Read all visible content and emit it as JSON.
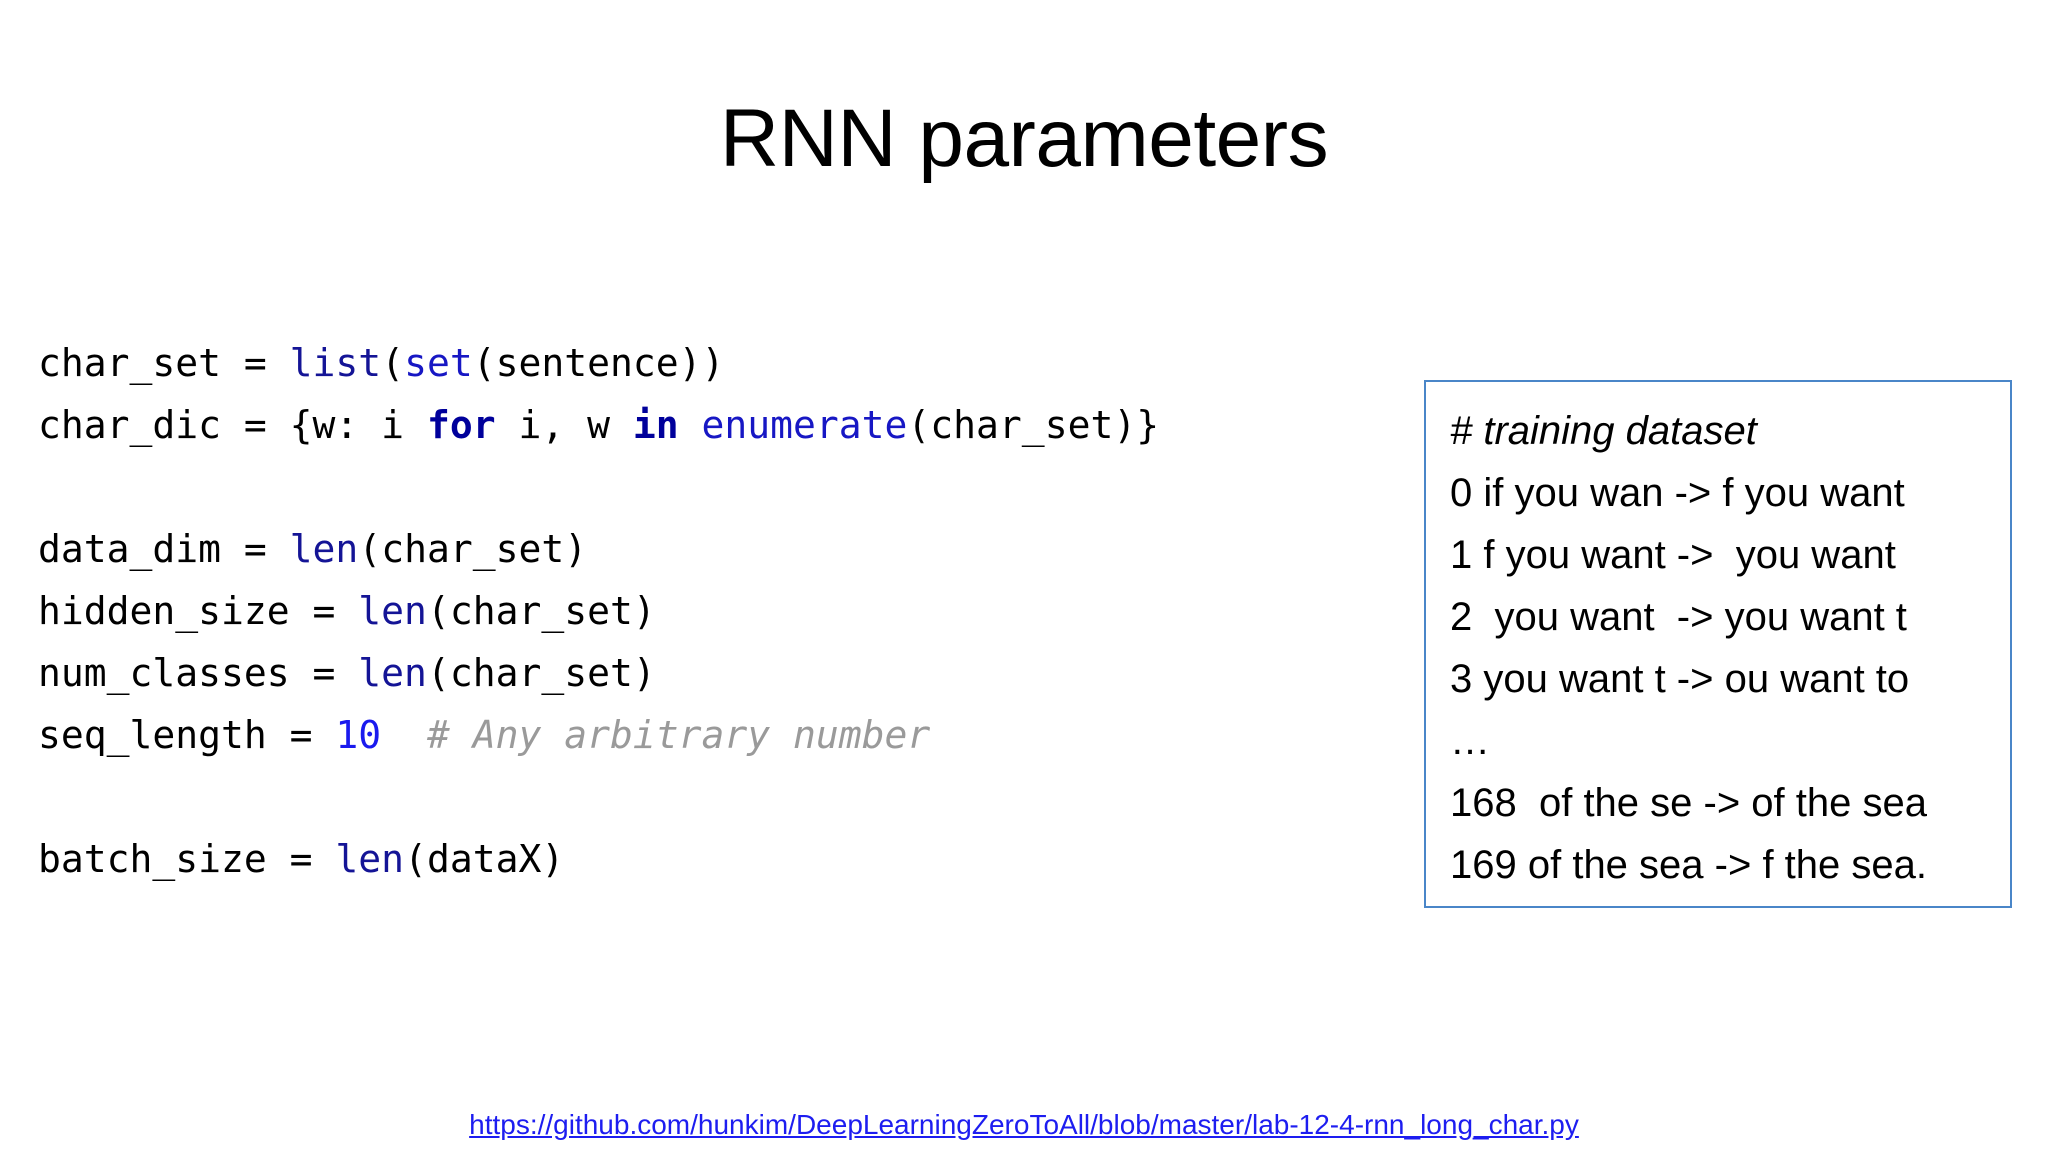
{
  "slide": {
    "title": "RNN parameters"
  },
  "code": {
    "language": "python",
    "lines": [
      [
        {
          "t": "char_set = ",
          "c": "plain"
        },
        {
          "t": "list",
          "c": "builtin"
        },
        {
          "t": "(",
          "c": "plain"
        },
        {
          "t": "set",
          "c": "builtin2"
        },
        {
          "t": "(sentence))",
          "c": "plain"
        }
      ],
      [
        {
          "t": "char_dic = {w: i ",
          "c": "plain"
        },
        {
          "t": "for",
          "c": "keyword"
        },
        {
          "t": " i, w ",
          "c": "plain"
        },
        {
          "t": "in",
          "c": "keyword"
        },
        {
          "t": " ",
          "c": "plain"
        },
        {
          "t": "enumerate",
          "c": "builtin2"
        },
        {
          "t": "(char_set)}",
          "c": "plain"
        }
      ],
      [],
      [
        {
          "t": "data_dim = ",
          "c": "plain"
        },
        {
          "t": "len",
          "c": "builtin"
        },
        {
          "t": "(char_set)",
          "c": "plain"
        }
      ],
      [
        {
          "t": "hidden_size = ",
          "c": "plain"
        },
        {
          "t": "len",
          "c": "builtin"
        },
        {
          "t": "(char_set)",
          "c": "plain"
        }
      ],
      [
        {
          "t": "num_classes = ",
          "c": "plain"
        },
        {
          "t": "len",
          "c": "builtin"
        },
        {
          "t": "(char_set)",
          "c": "plain"
        }
      ],
      [
        {
          "t": "seq_length = ",
          "c": "plain"
        },
        {
          "t": "10",
          "c": "number"
        },
        {
          "t": "  ",
          "c": "plain"
        },
        {
          "t": "# Any arbitrary number",
          "c": "comment"
        }
      ],
      [],
      [
        {
          "t": "batch_size = ",
          "c": "plain"
        },
        {
          "t": "len",
          "c": "builtin"
        },
        {
          "t": "(dataX)",
          "c": "plain"
        }
      ]
    ]
  },
  "dataset_box": {
    "border_color": "#4a86c8",
    "lines": [
      {
        "text": "# training dataset",
        "style": "comment"
      },
      {
        "text": "0 if you wan -> f you want",
        "style": "normal"
      },
      {
        "text": "1 f you want ->  you want",
        "style": "normal"
      },
      {
        "text": "2  you want  -> you want t",
        "style": "normal"
      },
      {
        "text": "3 you want t -> ou want to",
        "style": "normal"
      },
      {
        "text": "…",
        "style": "ellipsis"
      },
      {
        "text": "168  of the se -> of the sea",
        "style": "normal"
      },
      {
        "text": "169 of the sea -> f the sea.",
        "style": "normal"
      }
    ]
  },
  "footer": {
    "link_text": "https://github.com/hunkim/DeepLearningZeroToAll/blob/master/lab-12-4-rnn_long_char.py",
    "link_color": "#1d1df0"
  }
}
